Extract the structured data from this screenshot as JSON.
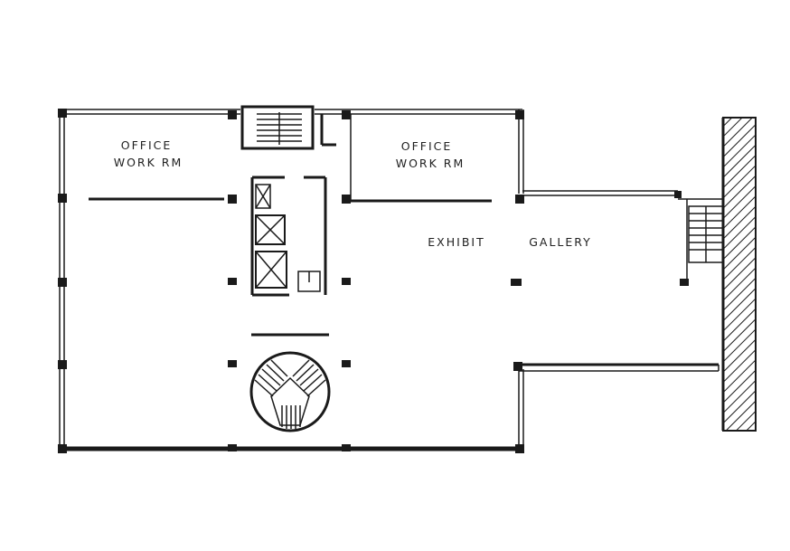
{
  "labels": {
    "office_left_line1": "OFFICE",
    "office_left_line2": "WORK RM",
    "office_right_line1": "OFFICE",
    "office_right_line2": "WORK RM",
    "exhibit_word1": "EXHIBIT",
    "exhibit_word2": "GALLERY"
  },
  "colors": {
    "ink": "#1a1a1a",
    "paper": "#ffffff"
  }
}
